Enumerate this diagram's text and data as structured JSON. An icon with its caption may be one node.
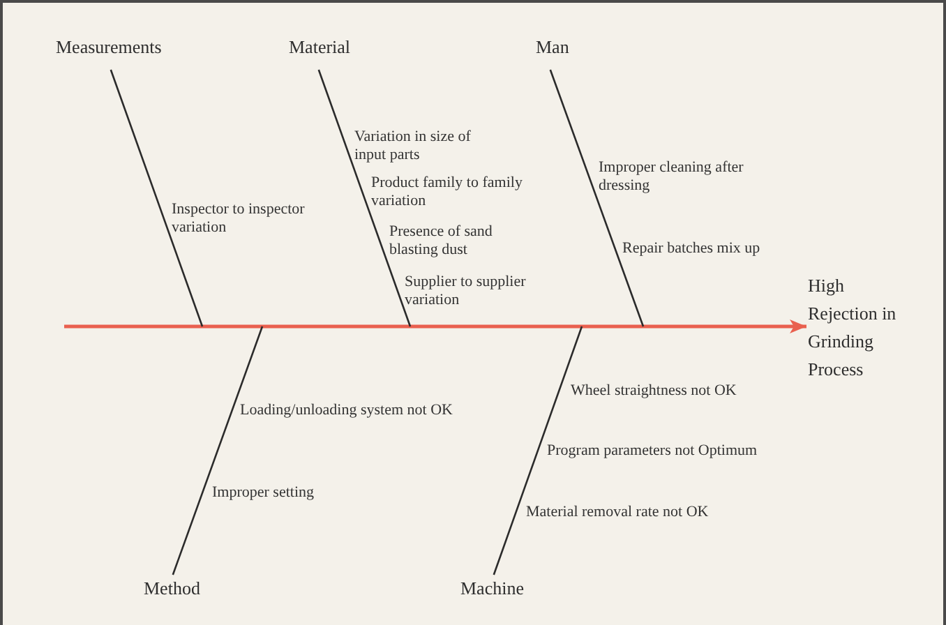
{
  "diagram": {
    "nodes": [
      {
        "text": [
          "Measurements"
        ]
      },
      {
        "text": [
          "Material"
        ]
      },
      {
        "text": [
          "Man"
        ]
      },
      {
        "text": [
          "High Rejection in Grinding Process"
        ]
      },
      {
        "text": [
          "Method"
        ]
      },
      {
        "text": [
          "Machine"
        ]
      }
    ],
    "edges": [
      {
        "from": null,
        "to": 3,
        "arrow": "to",
        "color": "#e9604f"
      },
      {
        "from": 0,
        "to": null,
        "arrow": "none"
      },
      {
        "from": 1,
        "to": null,
        "arrow": "none"
      },
      {
        "from": 2,
        "to": null,
        "arrow": "none"
      },
      {
        "from": 4,
        "to": null,
        "arrow": "none"
      },
      {
        "from": 5,
        "to": null,
        "arrow": "none"
      }
    ],
    "labels": [
      "Inspector to inspector variation",
      "Variation in size of input parts",
      "Product family to family variation",
      "Presence of sand blasting dust",
      "Supplier to supplier variation",
      "Improper cleaning after dressing",
      "Repair batches mix up",
      "Loading/unloading system not OK",
      "Improper setting",
      "Wheel straightness not OK",
      "Program parameters not Optimum",
      "Material removal rate not OK"
    ]
  }
}
